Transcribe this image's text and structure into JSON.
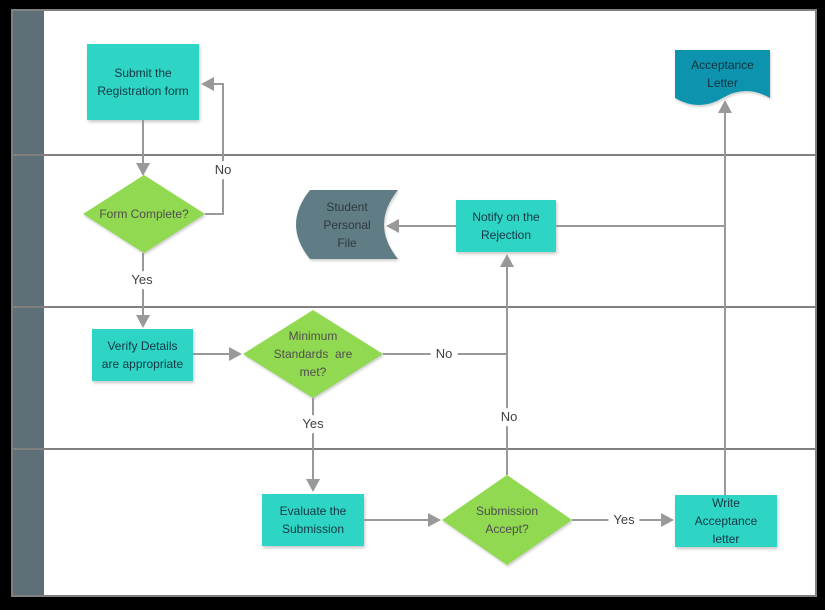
{
  "diagram": {
    "type": "swimlane-flowchart",
    "nodes": {
      "submit": {
        "label": "Submit the\nRegistration form",
        "type": "process"
      },
      "form_complete": {
        "label": "Form Complete?",
        "type": "decision"
      },
      "student_file": {
        "label": "Student\nPersonal\nFile",
        "type": "stored-data"
      },
      "notify_rejection": {
        "label": "Notify on the\nRejection",
        "type": "process"
      },
      "acceptance_letter": {
        "label": "Acceptance\nLetter",
        "type": "document"
      },
      "verify_details": {
        "label": "Verify Details\nare appropriate",
        "type": "process"
      },
      "min_standards": {
        "label": "Minimum\nStandards  are\nmet?",
        "type": "decision"
      },
      "evaluate": {
        "label": "Evaluate the\nSubmission",
        "type": "process"
      },
      "submission_accept": {
        "label": "Submission\nAccept?",
        "type": "decision"
      },
      "write_letter": {
        "label": "Write\nAcceptance\nletter",
        "type": "process"
      }
    },
    "edge_labels": {
      "form_no": "No",
      "form_yes": "Yes",
      "standards_no": "No",
      "standards_yes": "Yes",
      "submission_no": "No",
      "submission_yes": "Yes"
    },
    "colors": {
      "process_fill": "#2ed5c4",
      "decision_fill": "#90d950",
      "stored_data_fill": "#607d85",
      "document_fill": "#0e93ae",
      "lane_header_fill": "#5d7078",
      "lane_border": "#808080",
      "connector": "#999999",
      "canvas": "#ffffff",
      "matte": "#000000",
      "shape_text": "#143744",
      "decision_text": "#4f4f4f",
      "stored_text": "#2d3a40",
      "document_text": "#10333f",
      "label_text": "#3f3f3f"
    }
  }
}
